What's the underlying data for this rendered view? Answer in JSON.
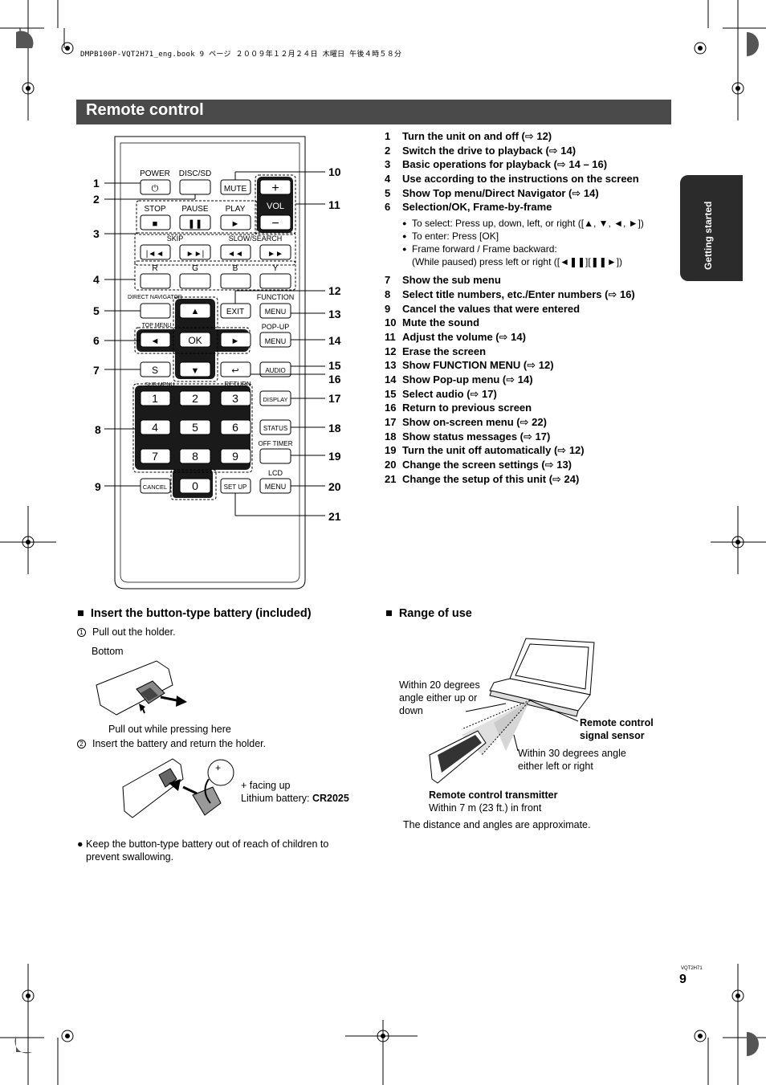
{
  "header_line": "DMPB100P-VQT2H71_eng.book  9 ページ  ２００９年１２月２４日  木曜日  午後４時５８分",
  "section_title": "Remote control",
  "side_tab": "Getting started",
  "remote": {
    "labels": {
      "power": "POWER",
      "disc_sd": "DISC/SD",
      "mute": "MUTE",
      "vol": "VOL",
      "plus": "+",
      "minus": "−",
      "stop": "STOP",
      "pause": "PAUSE",
      "play": "PLAY",
      "skip": "SKIP",
      "slow_search": "SLOW/SEARCH",
      "r": "R",
      "g": "G",
      "b": "B",
      "y": "Y",
      "direct_navigator": "DIRECT NAVIGATOR",
      "top_menu": "TOP MENU",
      "function": "FUNCTION",
      "menu": "MENU",
      "exit": "EXIT",
      "popup": "POP-UP",
      "ok": "OK",
      "s": "S",
      "sub_menu": "SUB MENU",
      "return": "RETURN",
      "audio": "AUDIO",
      "display": "DISPLAY",
      "status": "STATUS",
      "off_timer": "OFF TIMER",
      "lcd": "LCD",
      "cancel": "CANCEL",
      "set_up": "SET UP",
      "zero": "0",
      "digits": [
        "1",
        "2",
        "3",
        "4",
        "5",
        "6",
        "7",
        "8",
        "9"
      ]
    },
    "callouts_left": [
      "1",
      "2",
      "3",
      "4",
      "5",
      "6",
      "7",
      "8",
      "9"
    ],
    "callouts_right": [
      "10",
      "11",
      "12",
      "13",
      "14",
      "15",
      "16",
      "17",
      "18",
      "19",
      "20",
      "21"
    ]
  },
  "items": [
    {
      "num": "1",
      "text": "Turn the unit on and off (⇨ 12)"
    },
    {
      "num": "2",
      "text": "Switch the drive to playback (⇨ 14)"
    },
    {
      "num": "3",
      "text": "Basic operations for playback (⇨ 14 – 16)"
    },
    {
      "num": "4",
      "text": "Use according to the instructions on the screen"
    },
    {
      "num": "5",
      "text": "Show Top menu/Direct Navigator (⇨ 14)"
    },
    {
      "num": "6",
      "text": "Selection/OK, Frame-by-frame"
    }
  ],
  "item6_subs": [
    "To select: Press up, down, left, or right ([▲, ▼, ◄, ►])",
    "To enter: Press [OK]",
    "Frame forward / Frame backward:"
  ],
  "item6_sub_cont": "(While paused) press left or right ([◄❚❚][❚❚►])",
  "items2": [
    {
      "num": "7",
      "text": "Show the sub menu"
    },
    {
      "num": "8",
      "text": "Select title numbers, etc./Enter numbers (⇨ 16)"
    },
    {
      "num": "9",
      "text": "Cancel the values that were entered"
    },
    {
      "num": "10",
      "text": "Mute the sound"
    },
    {
      "num": "11",
      "text": "Adjust the volume (⇨ 14)"
    },
    {
      "num": "12",
      "text": "Erase the screen"
    },
    {
      "num": "13",
      "text": "Show FUNCTION MENU (⇨ 12)"
    },
    {
      "num": "14",
      "text": "Show Pop-up menu (⇨ 14)"
    },
    {
      "num": "15",
      "text": "Select audio (⇨ 17)"
    },
    {
      "num": "16",
      "text": "Return to previous screen"
    },
    {
      "num": "17",
      "text": "Show on-screen menu (⇨ 22)"
    },
    {
      "num": "18",
      "text": "Show status messages (⇨ 17)"
    },
    {
      "num": "19",
      "text": "Turn the unit off automatically (⇨ 12)"
    },
    {
      "num": "20",
      "text": "Change the screen settings (⇨ 13)"
    },
    {
      "num": "21",
      "text": "Change the setup of this unit (⇨ 24)"
    }
  ],
  "battery": {
    "heading": "Insert the button-type battery (included)",
    "step1_num": "1",
    "step1": "Pull out the holder.",
    "bottom": "Bottom",
    "pull_out": "Pull out while pressing here",
    "step2_num": "2",
    "step2": "Insert the battery and return the holder.",
    "facing_up": "+ facing up",
    "lithium": "Lithium battery: ",
    "cr": "CR2025",
    "warning_line1": "Keep the button-type battery out of reach of children to",
    "warning_line2": "prevent swallowing."
  },
  "range": {
    "heading": "Range of use",
    "angle20_l1": "Within 20 degrees",
    "angle20_l2": "angle either up or",
    "angle20_l3": "down",
    "sensor_l1": "Remote control",
    "sensor_l2": "signal sensor",
    "angle30_l1": "Within 30 degrees angle",
    "angle30_l2": "either left or right",
    "transmitter": "Remote control transmitter",
    "distance": "Within 7 m (23 ft.) in front",
    "approx": "The distance and angles are approximate."
  },
  "footer_code": "VQT2H71",
  "page_number": "9"
}
